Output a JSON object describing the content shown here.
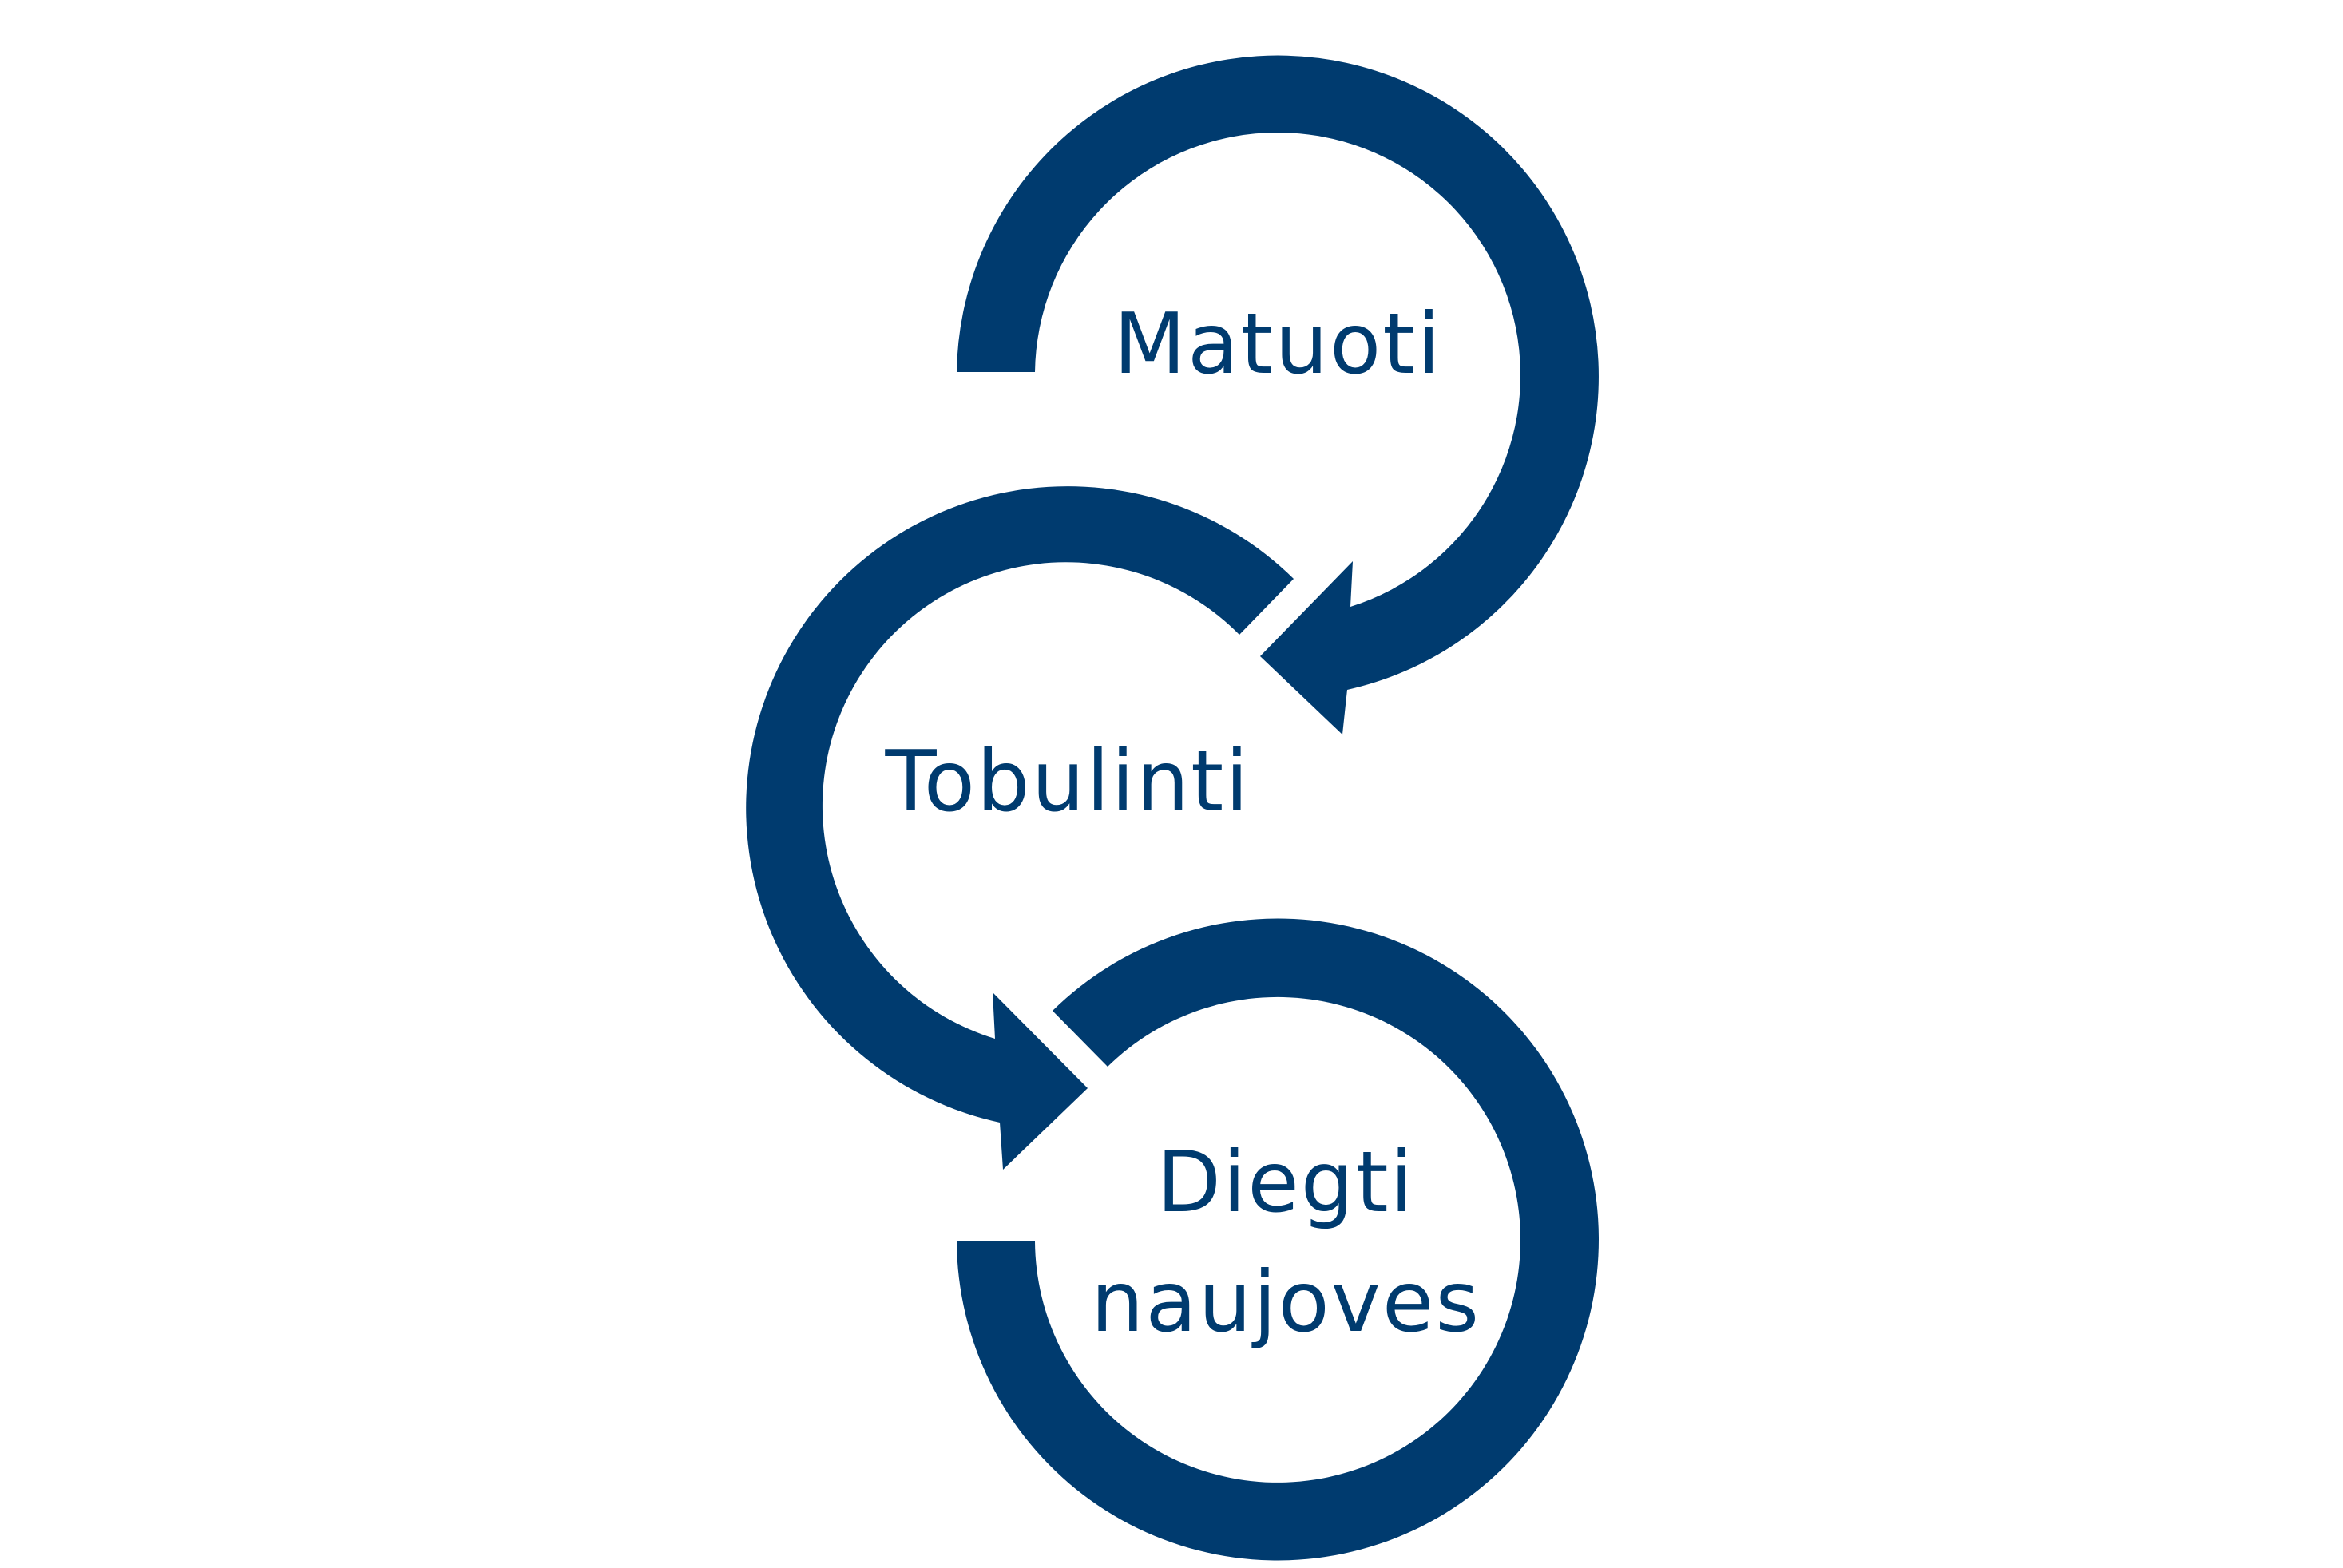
{
  "colors": {
    "arrow": "#003B6F",
    "text": "#003B6F",
    "background": "#FFFFFF"
  },
  "cycle": {
    "steps": [
      {
        "label": "Matuoti"
      },
      {
        "label": "Tobulinti"
      },
      {
        "label_lines": [
          "Diegti",
          "naujoves"
        ]
      }
    ]
  }
}
